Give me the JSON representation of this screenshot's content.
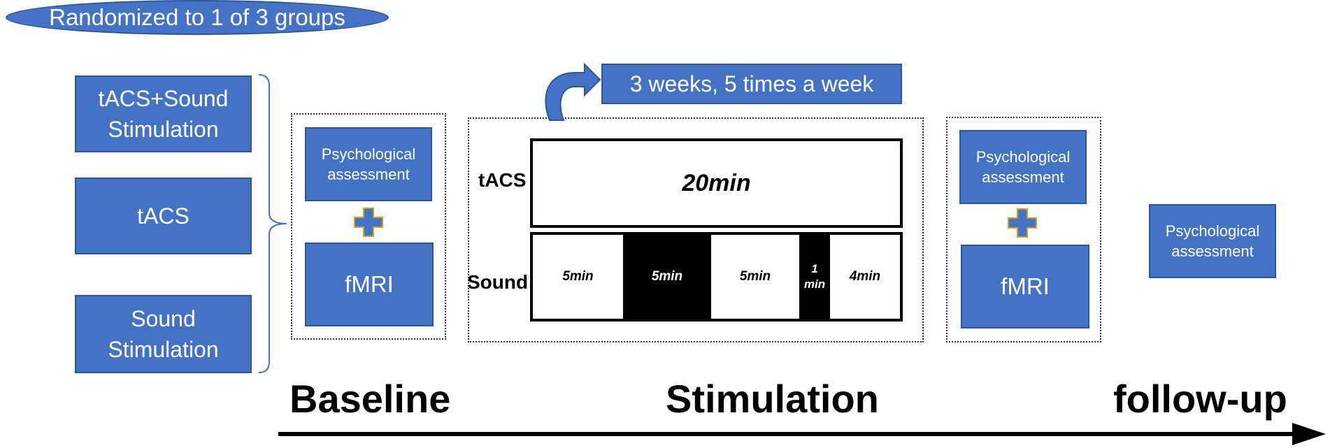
{
  "header": {
    "randomization_label": "Randomized to 1 of 3 groups"
  },
  "groups": [
    {
      "label": "tACS+Sound\nStimulation"
    },
    {
      "label": "tACS"
    },
    {
      "label": "Sound\nStimulation"
    }
  ],
  "baseline": {
    "assessment_label": "Psychological\nassessment",
    "fmri_label": "fMRI"
  },
  "stimulation": {
    "schedule_label": "3 weeks, 5 times a week",
    "tacs_row_label": "tACS",
    "tacs_duration": "20min",
    "sound_row_label": "Sound",
    "sound_blocks": [
      {
        "label": "5min",
        "state": "on"
      },
      {
        "label": "5min",
        "state": "off"
      },
      {
        "label": "5min",
        "state": "on"
      },
      {
        "label": "1\nmin",
        "state": "off"
      },
      {
        "label": "4min",
        "state": "on"
      }
    ]
  },
  "post": {
    "assessment_label": "Psychological\nassessment",
    "fmri_label": "fMRI"
  },
  "followup": {
    "assessment_label": "Psychological\nassessment"
  },
  "timeline": {
    "baseline_label": "Baseline",
    "stimulation_label": "Stimulation",
    "followup_label": "follow-up"
  },
  "colors": {
    "box_fill": "#4472c4",
    "box_border": "#2f5597",
    "plus_fill": "#4472c4",
    "plus_outline": "#d4a017"
  }
}
